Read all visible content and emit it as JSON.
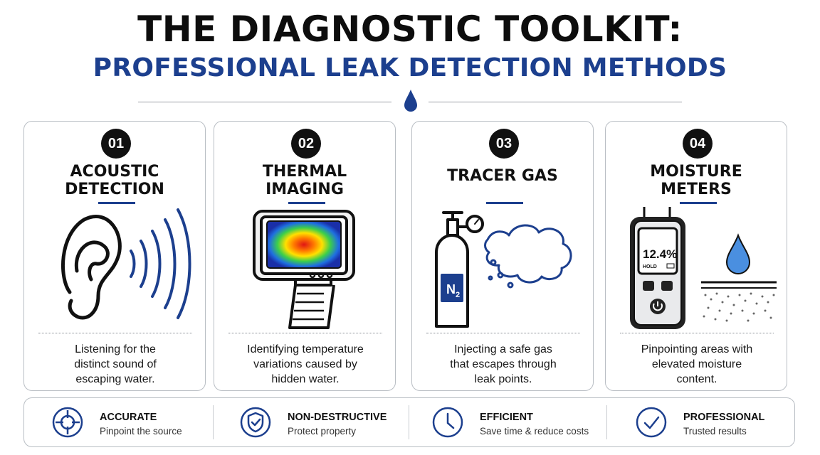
{
  "header": {
    "title": "THE DIAGNOSTIC TOOLKIT:",
    "subtitle": "PROFESSIONAL LEAK DETECTION METHODS"
  },
  "colors": {
    "accent_blue": "#1c3f8e",
    "text_dark": "#111111",
    "border_gray": "#b9bec4"
  },
  "cards": [
    {
      "number": "01",
      "title_lines": [
        "ACOUSTIC",
        "DETECTION"
      ],
      "desc_lines": [
        "Listening for the",
        "distinct sound of",
        "escaping water."
      ],
      "icon": "ear-sound-waves-icon"
    },
    {
      "number": "02",
      "title_lines": [
        "THERMAL",
        "IMAGING"
      ],
      "desc_lines": [
        "Identifying temperature",
        "variations caused by",
        "hidden water."
      ],
      "icon": "thermal-camera-icon"
    },
    {
      "number": "03",
      "title_lines": [
        "TRACER GAS"
      ],
      "desc_lines": [
        "Injecting a safe gas",
        "that escapes through",
        "leak points."
      ],
      "icon": "gas-cylinder-icon",
      "cylinder_label": "N",
      "cylinder_subscript": "2"
    },
    {
      "number": "04",
      "title_lines": [
        "MOISTURE",
        "METERS"
      ],
      "desc_lines": [
        "Pinpointing areas with",
        "elevated moisture",
        "content."
      ],
      "icon": "moisture-meter-icon",
      "meter_reading": "12.4%",
      "meter_hold": "HOLD"
    }
  ],
  "features": [
    {
      "title": "ACCURATE",
      "subtitle": "Pinpoint the source",
      "icon": "crosshair-icon"
    },
    {
      "title": "NON-DESTRUCTIVE",
      "subtitle": "Protect property",
      "icon": "shield-check-icon"
    },
    {
      "title": "EFFICIENT",
      "subtitle": "Save time & reduce costs",
      "icon": "clock-icon"
    },
    {
      "title": "PROFESSIONAL",
      "subtitle": "Trusted results",
      "icon": "check-circle-icon"
    }
  ]
}
